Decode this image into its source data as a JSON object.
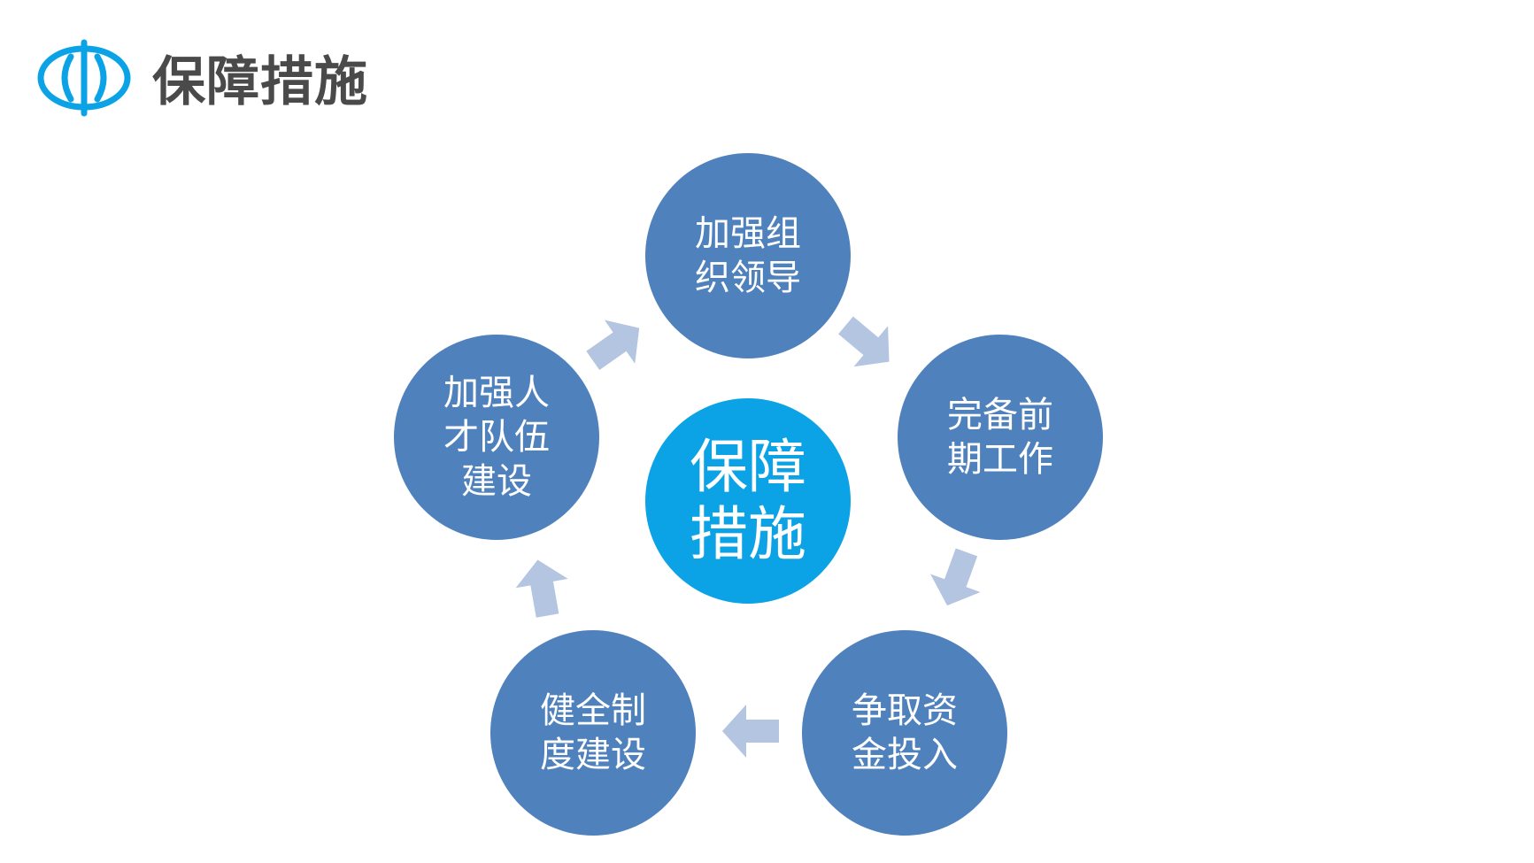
{
  "header": {
    "title": "保障措施",
    "logo_icon": "water-ring-logo",
    "logo_color": "#0ba3e6"
  },
  "diagram": {
    "center": {
      "label": "保障\n措施",
      "color": "#0ba3e6"
    },
    "nodes": [
      {
        "label": "加强组\n织领导"
      },
      {
        "label": "完备前\n期工作"
      },
      {
        "label": "争取资\n金投入"
      },
      {
        "label": "健全制\n度建设"
      },
      {
        "label": "加强人\n才队伍\n建设"
      }
    ],
    "node_color": "#4f81bd",
    "arrow_color": "#b3c5e1",
    "flow": "clockwise"
  }
}
